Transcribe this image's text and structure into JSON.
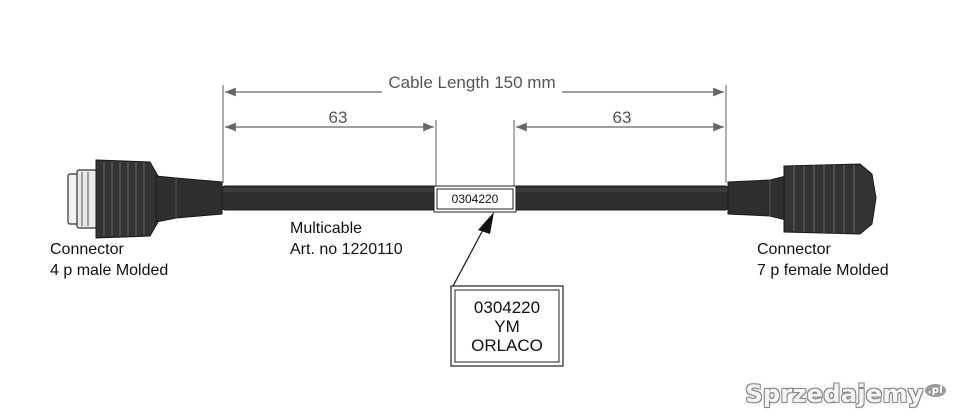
{
  "dimensions": {
    "total": "Cable Length 150 mm",
    "left_segment": "63",
    "right_segment": "63"
  },
  "cable": {
    "tag": "0304220",
    "name": "Multicable",
    "article": "Art. no 1220110"
  },
  "left_connector": {
    "title": "Connector",
    "spec": "4 p male Molded"
  },
  "right_connector": {
    "title": "Connector",
    "spec": "7 p female Molded"
  },
  "callout": {
    "line1": "0304220",
    "line2": "YM",
    "line3": "ORLACO"
  },
  "watermark": {
    "text": "Sprzedajemy",
    "suffix": ".pl"
  },
  "colors": {
    "cable": "#2e2e2e",
    "connector": "#333333",
    "dimension_line": "#666666"
  }
}
